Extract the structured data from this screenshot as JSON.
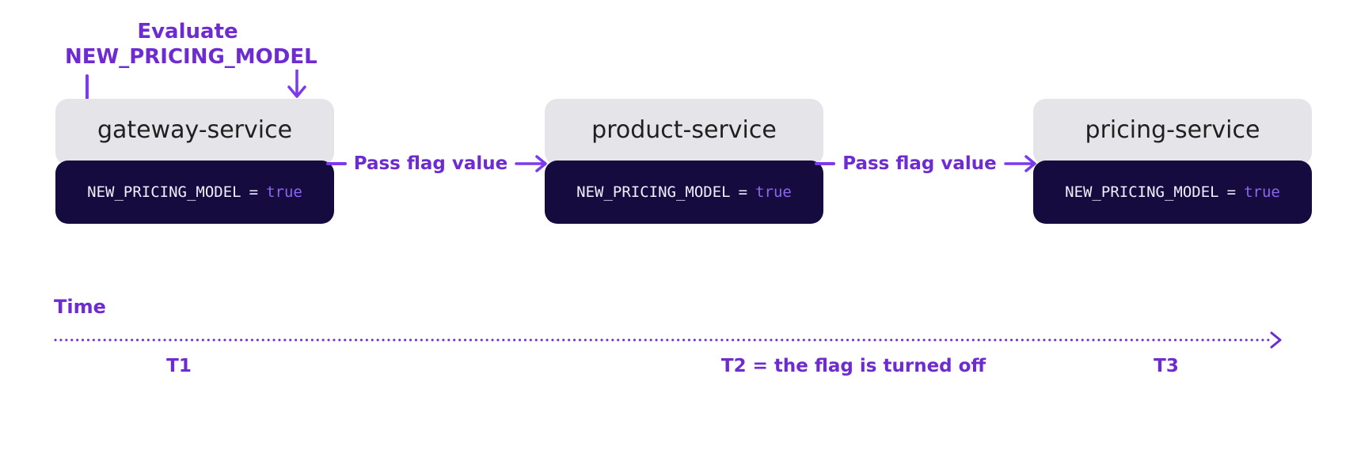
{
  "colors": {
    "background": "#ffffff",
    "accent_purple": "#6d2bd1",
    "arrow_purple": "#7c3aed",
    "card_header_bg": "#e5e4e9",
    "card_body_bg": "#150b3f",
    "service_name_text": "#202020",
    "code_text": "#f2eefc",
    "code_value_purple": "#8d66f0"
  },
  "annotation": {
    "line1": "Evaluate",
    "line2": "NEW_PRICING_MODEL"
  },
  "services": [
    {
      "name": "gateway-service",
      "flag": {
        "name": "NEW_PRICING_MODEL",
        "operator": "=",
        "value": "true"
      }
    },
    {
      "name": "product-service",
      "flag": {
        "name": "NEW_PRICING_MODEL",
        "operator": "=",
        "value": "true"
      }
    },
    {
      "name": "pricing-service",
      "flag": {
        "name": "NEW_PRICING_MODEL",
        "operator": "=",
        "value": "true"
      }
    }
  ],
  "connectors": [
    {
      "label": "Pass flag value"
    },
    {
      "label": "Pass flag value"
    }
  ],
  "timeline": {
    "axis_label": "Time",
    "markers": [
      {
        "label": "T1"
      },
      {
        "label": "T2 = the flag is turned off"
      },
      {
        "label": "T3"
      }
    ]
  }
}
